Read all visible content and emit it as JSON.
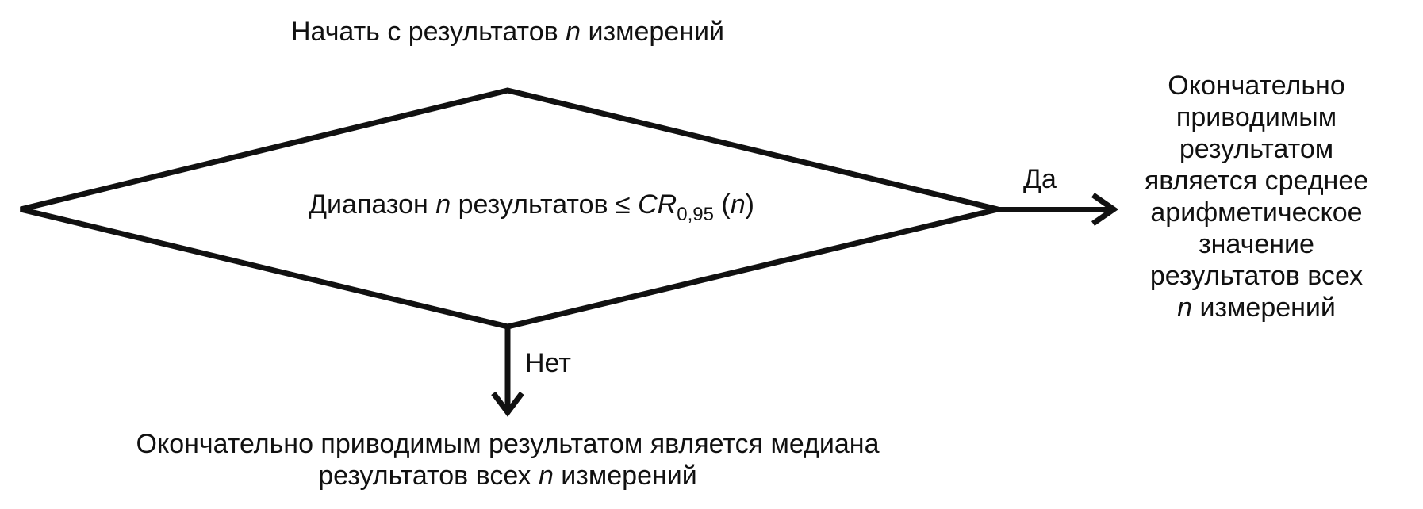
{
  "start": {
    "text_before": "Начать с результатов ",
    "var_n": "n",
    "text_after": " измерений"
  },
  "condition": {
    "text_before": "Диапазон ",
    "var_n": "n",
    "text_middle": " результатов ≤ ",
    "cr_symbol": "CR",
    "cr_subscript": "0,95",
    "paren_open": " (",
    "paren_var": "n",
    "paren_close": ")"
  },
  "branch_yes": {
    "label": "Да"
  },
  "branch_no": {
    "label": "Нет"
  },
  "result_right": {
    "line1": "Окончательно",
    "line2": "приводимым",
    "line3": "результатом",
    "line4": "является среднее",
    "line5": "арифметическое",
    "line6": "значение",
    "line7": "результатов всех",
    "line8_var": "n",
    "line8_text": " измерений"
  },
  "result_bottom": {
    "line1": "Окончательно приводимым результатом является медиана",
    "line2_text": "результатов всех ",
    "line2_var": "n",
    "line2_after": " измерений"
  },
  "colors": {
    "ink": "#111111",
    "background": "#ffffff"
  }
}
